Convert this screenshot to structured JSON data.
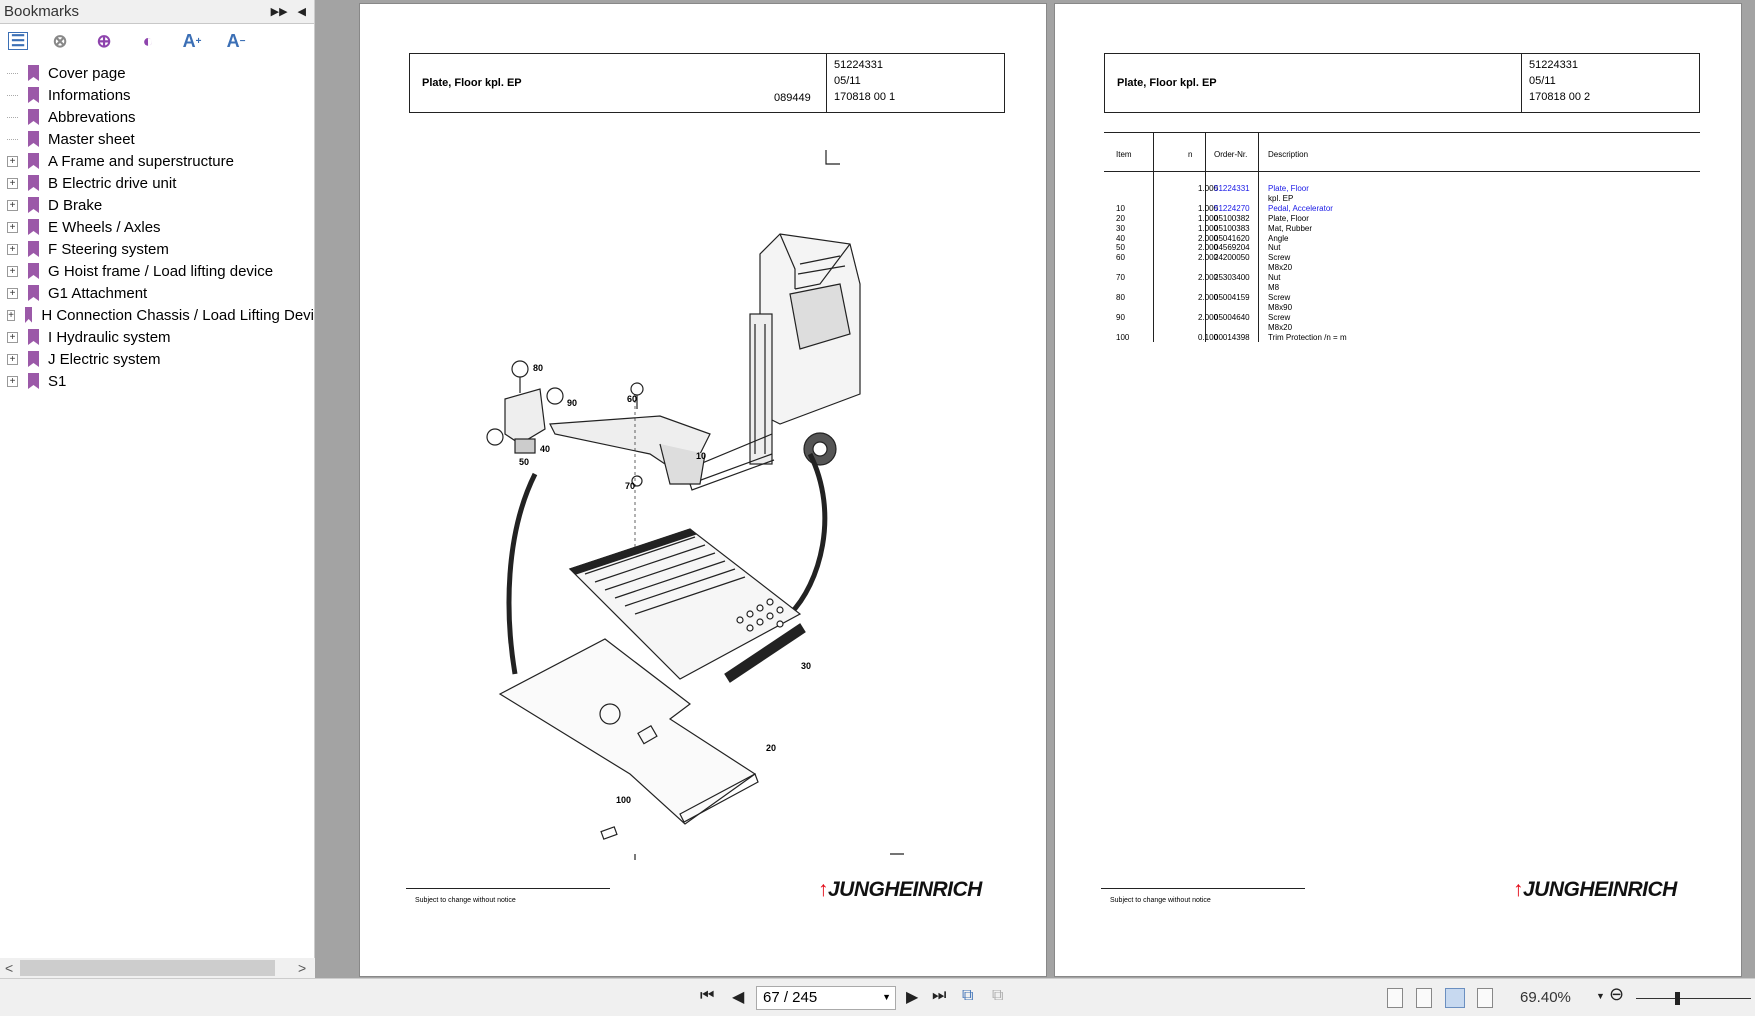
{
  "sidebar": {
    "title": "Bookmarks",
    "tools": [
      "expand-all-icon",
      "delete-bookmark-icon",
      "add-bookmark-icon",
      "edit-bookmark-icon",
      "increase-font-icon",
      "decrease-font-icon"
    ],
    "items": [
      {
        "label": "Cover page",
        "expandable": false
      },
      {
        "label": "Informations",
        "expandable": false
      },
      {
        "label": "Abbrevations",
        "expandable": false
      },
      {
        "label": "Master sheet",
        "expandable": false
      },
      {
        "label": "A Frame and superstructure",
        "expandable": true
      },
      {
        "label": "B Electric drive unit",
        "expandable": true
      },
      {
        "label": "D Brake",
        "expandable": true
      },
      {
        "label": "E Wheels / Axles",
        "expandable": true
      },
      {
        "label": "F Steering system",
        "expandable": true
      },
      {
        "label": "G Hoist frame / Load lifting device",
        "expandable": true
      },
      {
        "label": "G1 Attachment",
        "expandable": true
      },
      {
        "label": "H Connection Chassis / Load Lifting Devi",
        "expandable": true
      },
      {
        "label": "I Hydraulic system",
        "expandable": true
      },
      {
        "label": "J Electric system",
        "expandable": true
      },
      {
        "label": "S1",
        "expandable": true
      }
    ]
  },
  "page1": {
    "title": "Plate, Floor kpl. EP",
    "ref": "089449",
    "part_no": "51224331",
    "date": "05/11",
    "sheet": "170818 00 1",
    "callouts": [
      "80",
      "90",
      "60",
      "40",
      "50",
      "10",
      "70",
      "30",
      "20",
      "100"
    ],
    "footer": "Subject to change without notice",
    "brand": "JUNGHEINRICH"
  },
  "page2": {
    "title": "Plate, Floor kpl. EP",
    "part_no": "51224331",
    "date": "05/11",
    "sheet": "170818 00 2",
    "headers": {
      "item": "Item",
      "n": "n",
      "order": "Order-Nr.",
      "desc": "Description"
    },
    "rows": [
      {
        "item": "",
        "n": "1.000",
        "order": "51224331",
        "desc": "Plate, Floor",
        "link": true
      },
      {
        "item": "",
        "n": "",
        "order": "",
        "desc": "kpl. EP"
      },
      {
        "item": "10",
        "n": "1.000",
        "order": "51224270",
        "desc": "Pedal, Accelerator",
        "link": true
      },
      {
        "item": "20",
        "n": "1.000",
        "order": "05100382",
        "desc": "Plate, Floor"
      },
      {
        "item": "30",
        "n": "1.000",
        "order": "05100383",
        "desc": "Mat, Rubber"
      },
      {
        "item": "40",
        "n": "2.000",
        "order": "05041620",
        "desc": "Angle"
      },
      {
        "item": "50",
        "n": "2.000",
        "order": "04569204",
        "desc": "Nut"
      },
      {
        "item": "60",
        "n": "2.000",
        "order": "24200050",
        "desc": "Screw"
      },
      {
        "item": "",
        "n": "",
        "order": "",
        "desc": "M8x20"
      },
      {
        "item": "70",
        "n": "2.000",
        "order": "25303400",
        "desc": "Nut"
      },
      {
        "item": "",
        "n": "",
        "order": "",
        "desc": "M8"
      },
      {
        "item": "80",
        "n": "2.000",
        "order": "05004159",
        "desc": "Screw"
      },
      {
        "item": "",
        "n": "",
        "order": "",
        "desc": "M8x90"
      },
      {
        "item": "90",
        "n": "2.000",
        "order": "05004640",
        "desc": "Screw"
      },
      {
        "item": "",
        "n": "",
        "order": "",
        "desc": "M8x20"
      },
      {
        "item": "100",
        "n": "0.100",
        "order": "00014398",
        "desc": "Trim Protection  /n = m"
      }
    ],
    "footer": "Subject to change without notice",
    "brand": "JUNGHEINRICH"
  },
  "toolbar": {
    "page": "67 / 245",
    "zoom": "69.40%",
    "zoom_fraction": 0.35
  },
  "colors": {
    "link": "#1a1ae6",
    "brand": "#e20613",
    "bookmark": "#9b59a8"
  }
}
